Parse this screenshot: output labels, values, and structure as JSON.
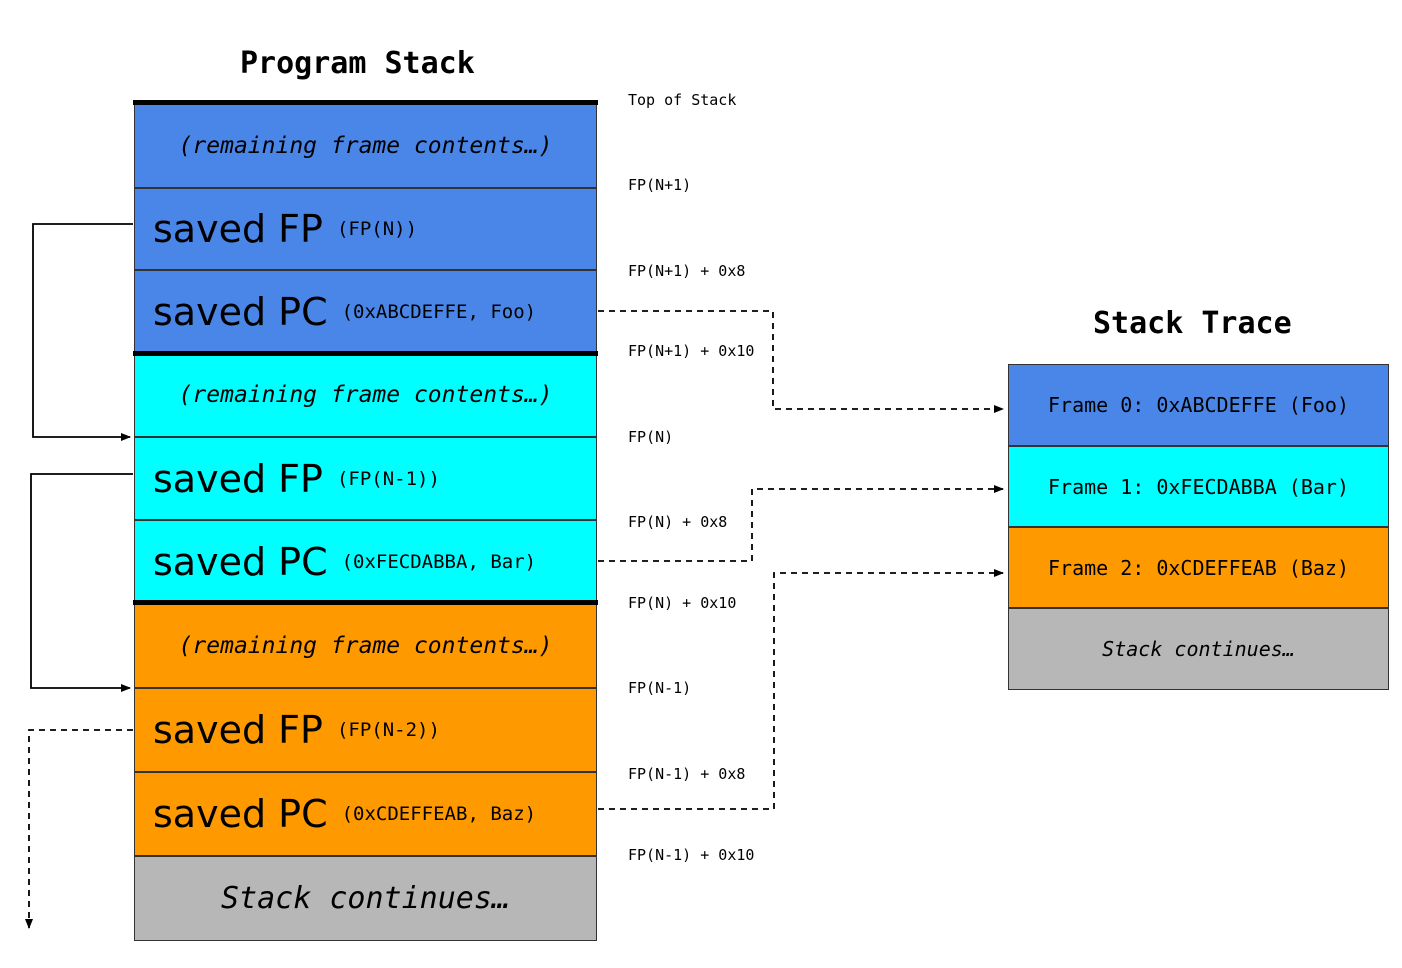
{
  "program_stack": {
    "title": "Program Stack",
    "rows": [
      {
        "kind": "remaining",
        "text": "(remaining frame contents…)",
        "color": "#4a86e8"
      },
      {
        "kind": "saved_fp",
        "label": "saved FP",
        "detail": "(FP(N))",
        "color": "#4a86e8"
      },
      {
        "kind": "saved_pc",
        "label": "saved PC",
        "detail": "(0xABCDEFFE, Foo)",
        "color": "#4a86e8"
      },
      {
        "kind": "remaining",
        "text": "(remaining frame contents…)",
        "color": "#00ffff"
      },
      {
        "kind": "saved_fp",
        "label": "saved FP",
        "detail": "(FP(N-1))",
        "color": "#00ffff"
      },
      {
        "kind": "saved_pc",
        "label": "saved PC",
        "detail": "(0xFECDABBA, Bar)",
        "color": "#00ffff"
      },
      {
        "kind": "remaining",
        "text": "(remaining frame contents…)",
        "color": "#ff9900"
      },
      {
        "kind": "saved_fp",
        "label": "saved FP",
        "detail": "(FP(N-2))",
        "color": "#ff9900"
      },
      {
        "kind": "saved_pc",
        "label": "saved PC",
        "detail": "(0xCDEFFEAB, Baz)",
        "color": "#ff9900"
      },
      {
        "kind": "continues",
        "text": "Stack continues…",
        "color": "#b7b7b7"
      }
    ]
  },
  "address_labels": [
    "Top of Stack",
    "FP(N+1)",
    "FP(N+1) + 0x8",
    "FP(N+1) + 0x10",
    "FP(N)",
    "FP(N) + 0x8",
    "FP(N) + 0x10",
    "FP(N-1)",
    "FP(N-1) + 0x8",
    "FP(N-1) + 0x10"
  ],
  "stack_trace": {
    "title": "Stack Trace",
    "frames": [
      {
        "text": "Frame 0: 0xABCDEFFE (Foo)",
        "color": "#4a86e8"
      },
      {
        "text": "Frame 1: 0xFECDABBA (Bar)",
        "color": "#00ffff"
      },
      {
        "text": "Frame 2: 0xCDEFFEAB (Baz)",
        "color": "#ff9900"
      },
      {
        "text": "Stack continues…",
        "color": "#b7b7b7"
      }
    ]
  }
}
